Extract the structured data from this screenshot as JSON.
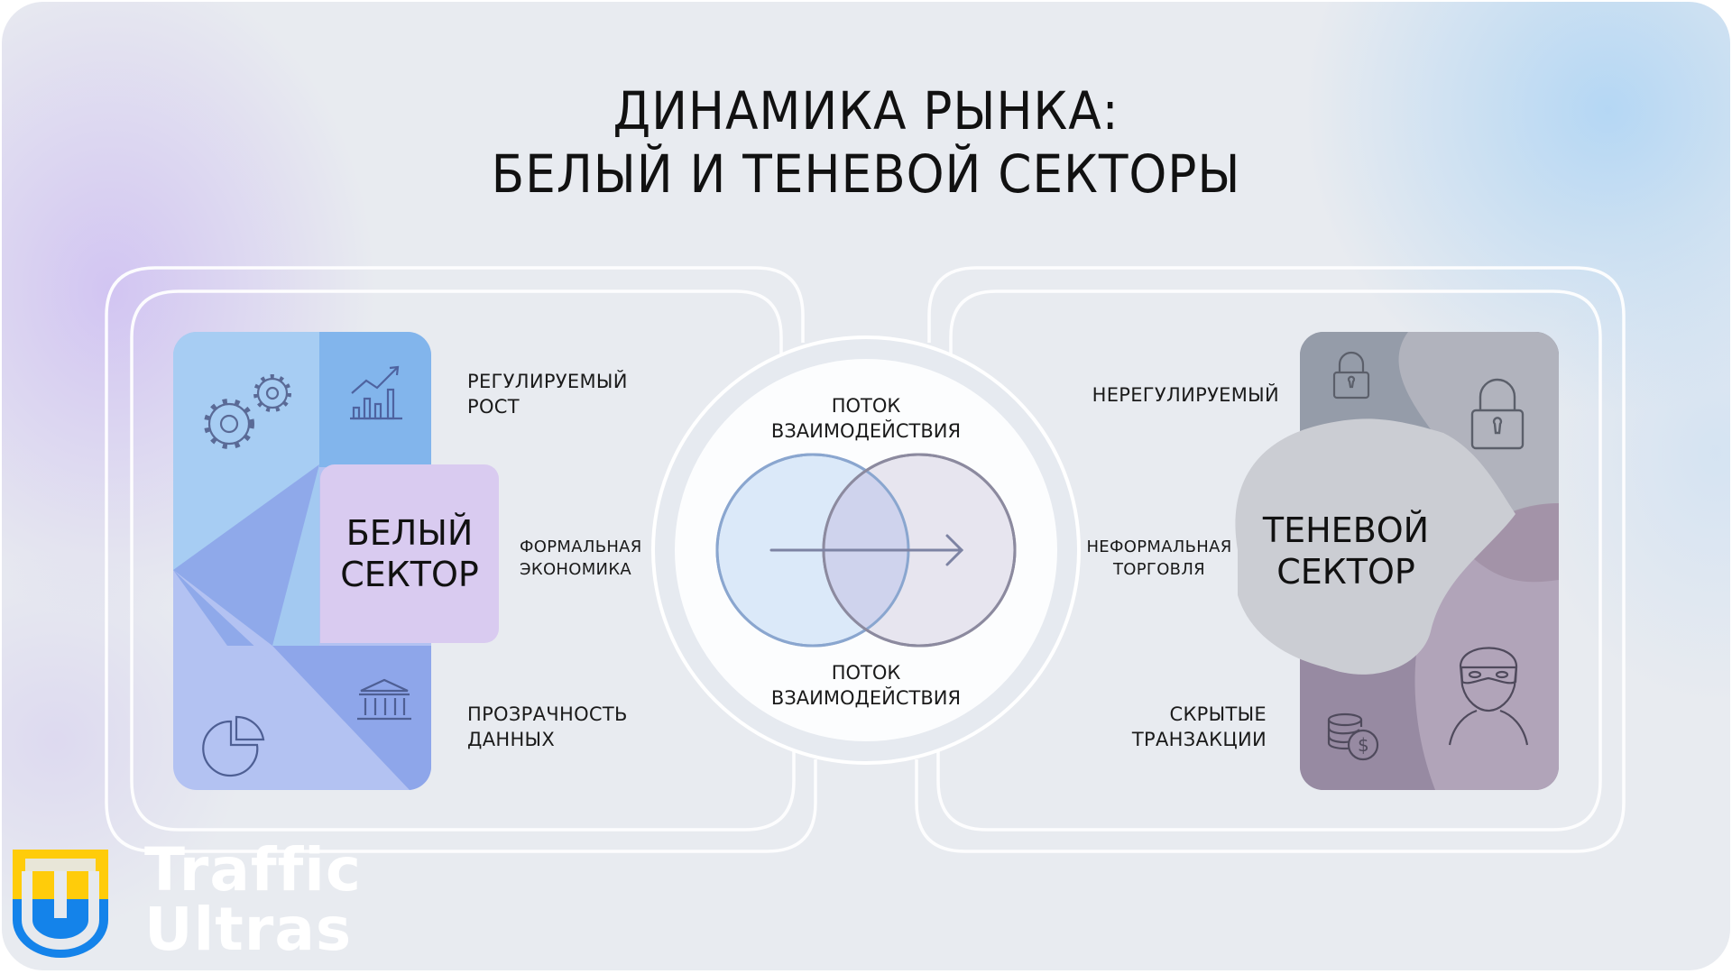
{
  "title": {
    "line1": "ДИНАМИКА РЫНКА:",
    "line2": "БЕЛЫЙ И ТЕНЕВОЙ СЕКТОРЫ"
  },
  "white_sector": {
    "name_line1": "БЕЛЫЙ",
    "name_line2": "СЕКТОР",
    "labels": [
      {
        "line1": "РЕГУЛИРУЕМЫЙ",
        "line2": "РОСТ"
      },
      {
        "line1": "ФОРМАЛЬНАЯ",
        "line2": "ЭКОНОМИКА"
      },
      {
        "line1": "ПРОЗРАЧНОСТЬ",
        "line2": "ДАННЫХ"
      }
    ],
    "icons": [
      "gears-icon",
      "growth-chart-icon",
      "pie-chart-icon",
      "bank-building-icon"
    ],
    "colors": {
      "light_blue": "#a6cdf2",
      "blue": "#82b4ec",
      "indigo": "#8ea6ea",
      "periwinkle": "#b3c2f2",
      "lilac_box": "#d9cbf0"
    }
  },
  "center": {
    "top_line1": "ПОТОК",
    "top_line2": "ВЗАИМОДЕЙСТВИЯ",
    "bottom_line1": "ПОТОК",
    "bottom_line2": "ВЗАИМОДЕЙСТВИЯ",
    "icons": [
      "venn-diagram-icon",
      "arrow-right-icon"
    ]
  },
  "shadow_sector": {
    "name_line1": "ТЕНЕВОЙ",
    "name_line2": "СЕКТОР",
    "labels": [
      {
        "line1": "НЕРЕГУЛИРУЕМЫЙ",
        "line2": ""
      },
      {
        "line1": "НЕФОРМАЛЬНАЯ",
        "line2": "ТОРГОВЛЯ"
      },
      {
        "line1": "СКРЫТЫЕ",
        "line2": "ТРАНЗАКЦИИ"
      }
    ],
    "icons": [
      "padlock-small-icon",
      "padlock-large-icon",
      "coins-dollar-icon",
      "masked-person-icon"
    ],
    "colors": {
      "slate": "#949ba8",
      "gray": "#b1b3bd",
      "pale": "#cdd0d6",
      "mauve": "#a493a9",
      "lilac": "#b2a5b9"
    }
  },
  "brand": {
    "line1": "Traffic",
    "line2": "Ultras",
    "logo_colors": {
      "yellow": "#ffcc0a",
      "blue": "#1483ea"
    }
  }
}
